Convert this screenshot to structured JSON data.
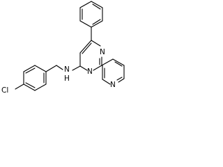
{
  "molecule": {
    "atoms": {
      "cl": "Cl",
      "nh_n": "N",
      "nh_h": "H",
      "pyrimidine_n_upper": "N",
      "pyrimidine_n_lower": "N",
      "pyridine_n": "N"
    }
  }
}
